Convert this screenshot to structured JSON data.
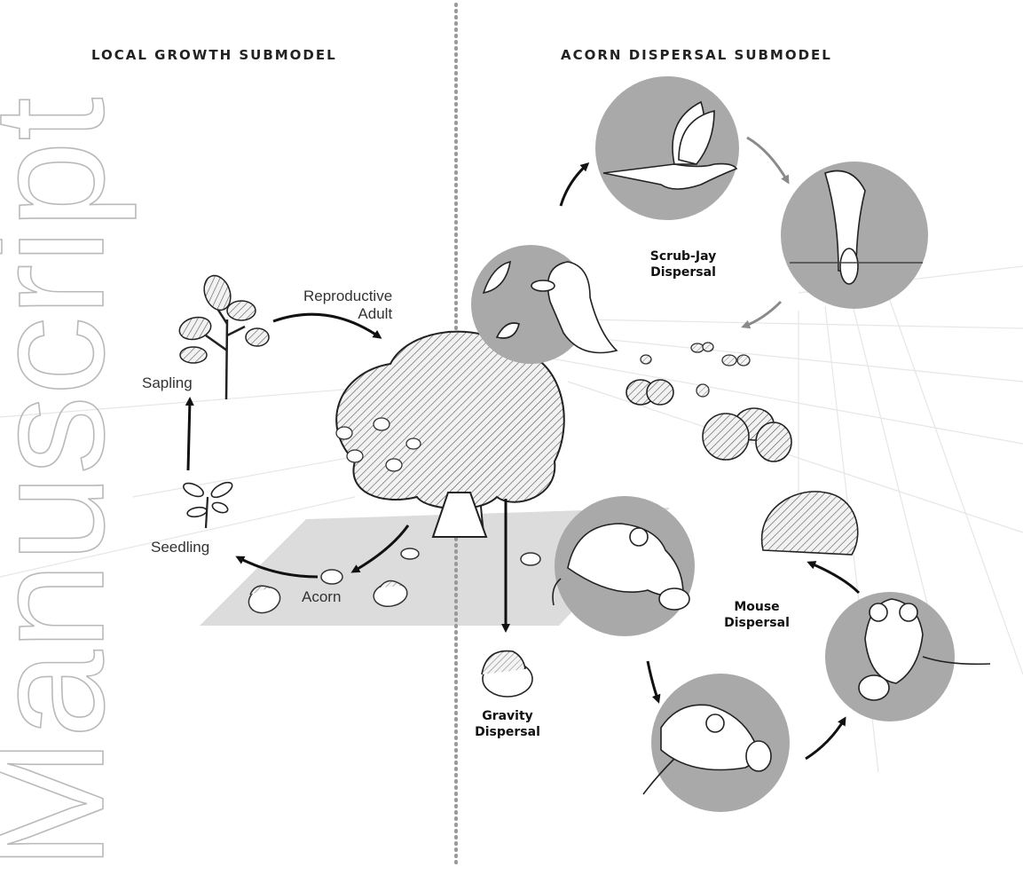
{
  "headers": {
    "local_growth": "LOCAL GROWTH SUBMODEL",
    "acorn_dispersal": "ACORN DISPERSAL SUBMODEL"
  },
  "watermark": "Manuscript",
  "stages": {
    "reproductive_adult_line1": "Reproductive",
    "reproductive_adult_line2": "Adult",
    "sapling": "Sapling",
    "seedling": "Seedling",
    "acorn": "Acorn"
  },
  "dispersal": {
    "scrub_jay_line1": "Scrub-Jay",
    "scrub_jay_line2": "Dispersal",
    "mouse_line1": "Mouse",
    "mouse_line2": "Dispersal",
    "gravity_line1": "Gravity",
    "gravity_line2": "Dispersal"
  },
  "colors": {
    "circle_fill": "#a9a9a9",
    "shadow_fill": "#dcdcdc",
    "arrow_dark": "#111111",
    "arrow_gray": "#8a8a8a",
    "divider": "#9a9a9a"
  }
}
